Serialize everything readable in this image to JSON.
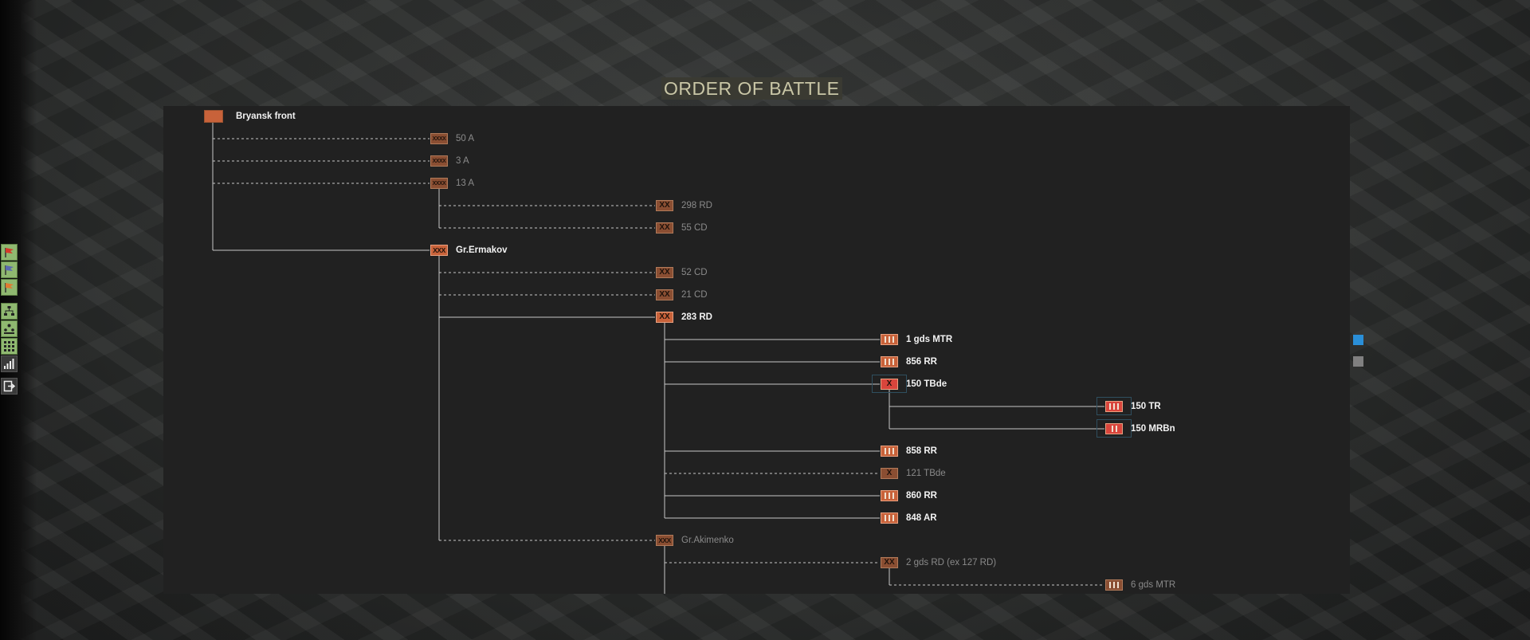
{
  "title": "ORDER OF BATTLE",
  "colors": {
    "active_unit": "#c8623a",
    "inactive_unit": "#8a4e32",
    "selected_unit": "#d9453c",
    "panel": "#212121",
    "accent_blue": "#2a8fd8",
    "accent_gray": "#808080"
  },
  "toolbar": [
    {
      "icon": "red-flag-icon"
    },
    {
      "icon": "blue-flag-icon"
    },
    {
      "icon": "orange-flag-icon"
    },
    {
      "icon": "hierarchy-icon"
    },
    {
      "icon": "group-icon"
    },
    {
      "icon": "grid-icon"
    },
    {
      "icon": "bar-chart-icon"
    },
    {
      "icon": "exit-icon"
    }
  ],
  "units": [
    {
      "name": "Bryansk front",
      "symbol": "",
      "level": 0,
      "active": true
    },
    {
      "name": "50 A",
      "symbol": "XXXX",
      "level": 1,
      "active": false
    },
    {
      "name": "3 A",
      "symbol": "XXXX",
      "level": 1,
      "active": false
    },
    {
      "name": "13 A",
      "symbol": "XXXX",
      "level": 1,
      "active": false
    },
    {
      "name": "298 RD",
      "symbol": "XX",
      "level": 2,
      "active": false
    },
    {
      "name": "55 CD",
      "symbol": "XX",
      "level": 2,
      "active": false
    },
    {
      "name": "Gr.Ermakov",
      "symbol": "XXX",
      "level": 1,
      "active": true
    },
    {
      "name": "52 CD",
      "symbol": "XX",
      "level": 2,
      "active": false
    },
    {
      "name": "21 CD",
      "symbol": "XX",
      "level": 2,
      "active": false
    },
    {
      "name": "283 RD",
      "symbol": "XX",
      "level": 2,
      "active": true
    },
    {
      "name": "1 gds MTR",
      "symbol": "III",
      "level": 3,
      "active": true
    },
    {
      "name": "856 RR",
      "symbol": "III",
      "level": 3,
      "active": true
    },
    {
      "name": "150 TBde",
      "symbol": "X",
      "level": 3,
      "active": true,
      "selected": true
    },
    {
      "name": "150 TR",
      "symbol": "III",
      "level": 4,
      "active": true,
      "selected": true
    },
    {
      "name": "150 MRBn",
      "symbol": "II",
      "level": 4,
      "active": true,
      "selected": true
    },
    {
      "name": "858 RR",
      "symbol": "III",
      "level": 3,
      "active": true
    },
    {
      "name": "121 TBde",
      "symbol": "X",
      "level": 3,
      "active": false
    },
    {
      "name": "860 RR",
      "symbol": "III",
      "level": 3,
      "active": true
    },
    {
      "name": "848 AR",
      "symbol": "III",
      "level": 3,
      "active": true
    },
    {
      "name": "Gr.Akimenko",
      "symbol": "XXX",
      "level": 2,
      "active": false
    },
    {
      "name": "2 gds RD (ex 127 RD)",
      "symbol": "XX",
      "level": 3,
      "active": false
    },
    {
      "name": "6 gds MTR",
      "symbol": "III",
      "level": 4,
      "active": false
    }
  ]
}
